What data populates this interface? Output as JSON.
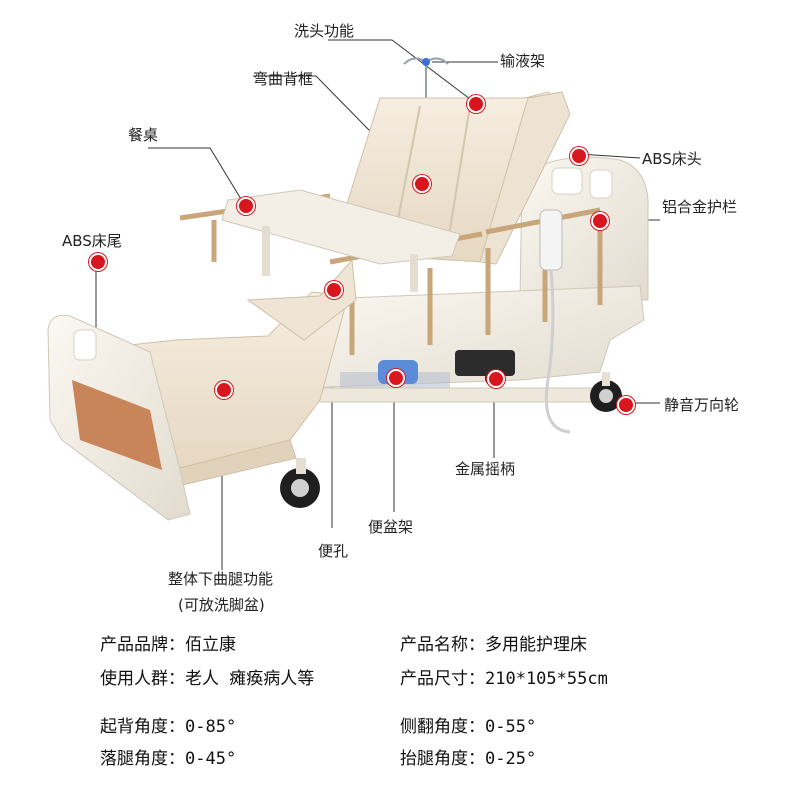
{
  "labels": {
    "hair_wash": "洗头功能",
    "iv_pole": "输液架",
    "curved_backrest": "弯曲背框",
    "dining_table": "餐桌",
    "abs_headboard": "ABS床头",
    "aluminum_rail": "铝合金护栏",
    "abs_footboard": "ABS床尾",
    "silent_caster": "静音万向轮",
    "metal_crank": "金属摇柄",
    "bedpan_rack": "便盆架",
    "toilet_hole": "便孔",
    "leg_function_line1": "整体下曲腿功能",
    "leg_function_line2": "(可放洗脚盆)"
  },
  "specs": {
    "brand": "产品品牌：佰立康",
    "name": "产品名称：多用能护理床",
    "users": "使用人群：老人 瘫痪病人等",
    "size": "产品尺寸：210*105*55cm",
    "back_angle": "起背角度：0-85°",
    "side_angle": "侧翻角度：0-55°",
    "leg_drop_angle": "落腿角度：0-45°",
    "leg_lift_angle": "抬腿角度：0-25°"
  },
  "colors": {
    "accent_dot": "#d9151e",
    "mattress": "#f1e7d6",
    "frame": "#f3efe7",
    "footboard_panel": "#c8855a",
    "rail": "#c9a57a"
  }
}
